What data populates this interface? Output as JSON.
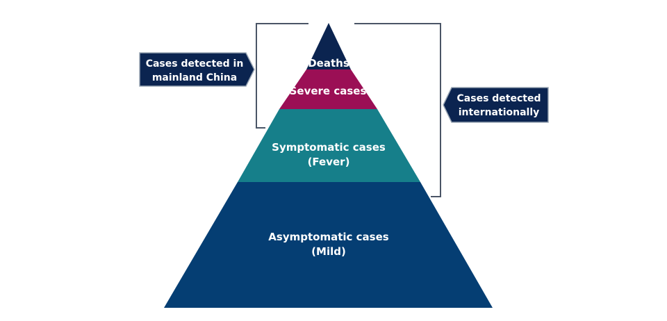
{
  "diagram": {
    "type": "pyramid",
    "colors": {
      "deaths": "#0b2450",
      "severe": "#9b0f55",
      "symptomatic": "#167f8a",
      "asymptomatic": "#053e73",
      "bracket": "#4a5566",
      "callout": "#0b2450",
      "callout_border": "#9aa6b4",
      "text": "#ffffff"
    },
    "tiers": [
      {
        "id": "deaths",
        "lines": [
          "Deaths"
        ]
      },
      {
        "id": "severe",
        "lines": [
          "Severe cases"
        ]
      },
      {
        "id": "symptomatic",
        "lines": [
          "Symptomatic cases",
          "(Fever)"
        ]
      },
      {
        "id": "asymptomatic",
        "lines": [
          "Asymptomatic cases",
          "(Mild)"
        ]
      }
    ],
    "callouts": {
      "left": {
        "lines": [
          "Cases detected in",
          "mainland China"
        ],
        "covers_tiers": [
          "deaths",
          "severe"
        ]
      },
      "right": {
        "lines": [
          "Cases detected",
          "internationally"
        ],
        "covers_tiers": [
          "deaths",
          "severe",
          "symptomatic"
        ]
      }
    }
  }
}
